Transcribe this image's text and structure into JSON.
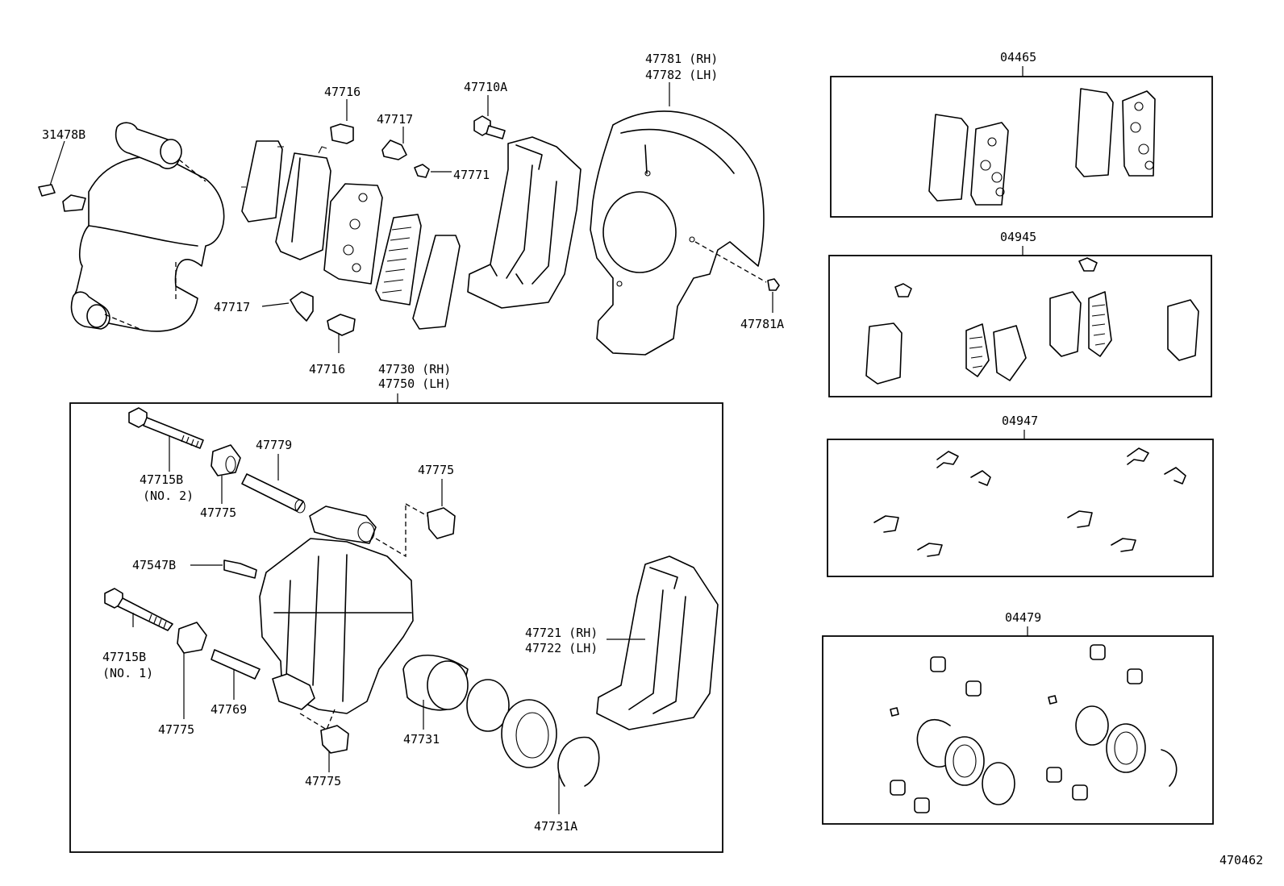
{
  "diagram_id": "470462",
  "callouts": {
    "c31478B": "31478B",
    "c47716a": "47716",
    "c47717a": "47717",
    "c47710A": "47710A",
    "c47771": "47771",
    "c47781": "47781 (RH)",
    "c47782": "47782 (LH)",
    "c47717b": "47717",
    "c47716b": "47716",
    "c47781A": "47781A",
    "c47730": "47730  (RH)",
    "c47750": "47750  (LH)",
    "c47715B_2": "47715B",
    "c47715B_2n": "(NO. 2)",
    "c47775a": "47775",
    "c47779": "47779",
    "c47775b": "47775",
    "c47547B": "47547B",
    "c47715B_1": "47715B",
    "c47715B_1n": "(NO. 1)",
    "c47775c": "47775",
    "c47769": "47769",
    "c47775d": "47775",
    "c47731": "47731",
    "c47731A": "47731A",
    "c47721": "47721 (RH)",
    "c47722": "47722 (LH)"
  },
  "kits": [
    {
      "label": "04465"
    },
    {
      "label": "04945"
    },
    {
      "label": "04947"
    },
    {
      "label": "04479"
    }
  ]
}
